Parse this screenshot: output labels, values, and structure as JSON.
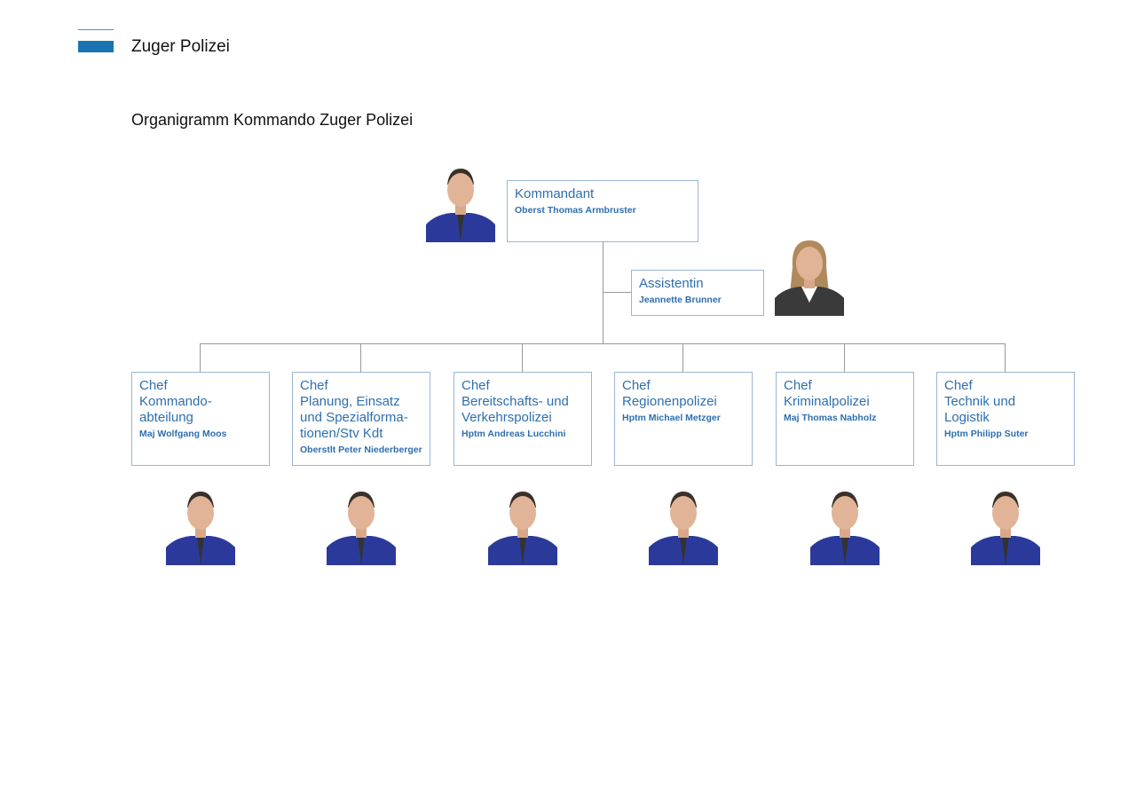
{
  "header": {
    "brand": "Zuger Polizei",
    "title": "Organigramm Kommando Zuger Polizei"
  },
  "top": {
    "role": "Kommandant",
    "name": "Oberst Thomas Armbruster"
  },
  "assistant": {
    "role": "Assistentin",
    "name": "Jeannette Brunner"
  },
  "units": [
    {
      "role": [
        "Chef",
        "Kommando-",
        "abteilung"
      ],
      "name": "Maj Wolfgang Moos"
    },
    {
      "role": [
        "Chef",
        "Planung, Einsatz",
        "und Spezialforma-",
        "tionen/Stv Kdt"
      ],
      "name": "Oberstlt Peter Niederberger"
    },
    {
      "role": [
        "Chef",
        "Bereitschafts- und",
        "Verkehrspolizei"
      ],
      "name": "Hptm Andreas Lucchini"
    },
    {
      "role": [
        "Chef",
        "Regionenpolizei"
      ],
      "name": "Hptm Michael Metzger"
    },
    {
      "role": [
        "Chef",
        "Kriminalpolizei"
      ],
      "name": "Maj Thomas Nabholz"
    },
    {
      "role": [
        "Chef",
        "Technik und",
        "Logistik"
      ],
      "name": "Hptm Philipp Suter"
    }
  ],
  "colors": {
    "accent": "#1a74b4",
    "text_blue": "#2e6fae",
    "border": "#9bb5d6",
    "uniform": "#2b3a9a"
  }
}
